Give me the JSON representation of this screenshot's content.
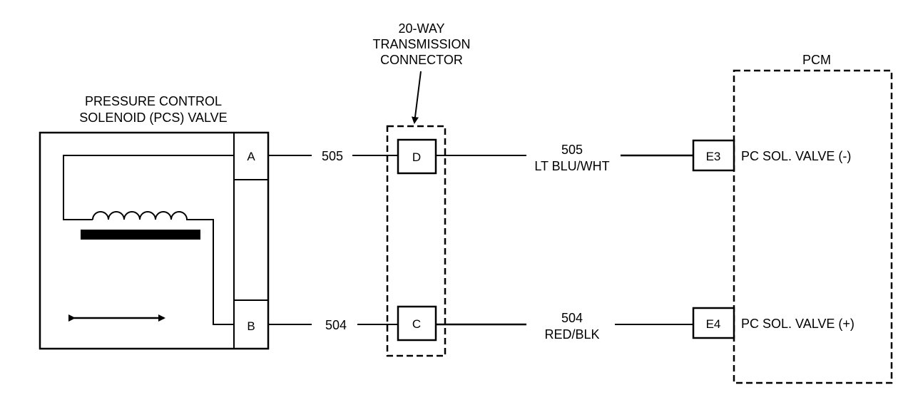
{
  "solenoid": {
    "title_line1": "PRESSURE CONTROL",
    "title_line2": "SOLENOID (PCS) VALVE",
    "pin_a": "A",
    "pin_b": "B"
  },
  "connector": {
    "title_line1": "20-WAY",
    "title_line2": "TRANSMISSION",
    "title_line3": "CONNECTOR",
    "pin_d": "D",
    "pin_c": "C"
  },
  "pcm": {
    "title": "PCM",
    "pin_e3": "E3",
    "pin_e4": "E4",
    "label_e3": "PC SOL. VALVE (-)",
    "label_e4": "PC SOL. VALVE (+)"
  },
  "wires": {
    "upper_left_circuit": "505",
    "upper_right_circuit": "505",
    "upper_right_color": "LT BLU/WHT",
    "lower_left_circuit": "504",
    "lower_right_circuit": "504",
    "lower_right_color": "RED/BLK"
  }
}
